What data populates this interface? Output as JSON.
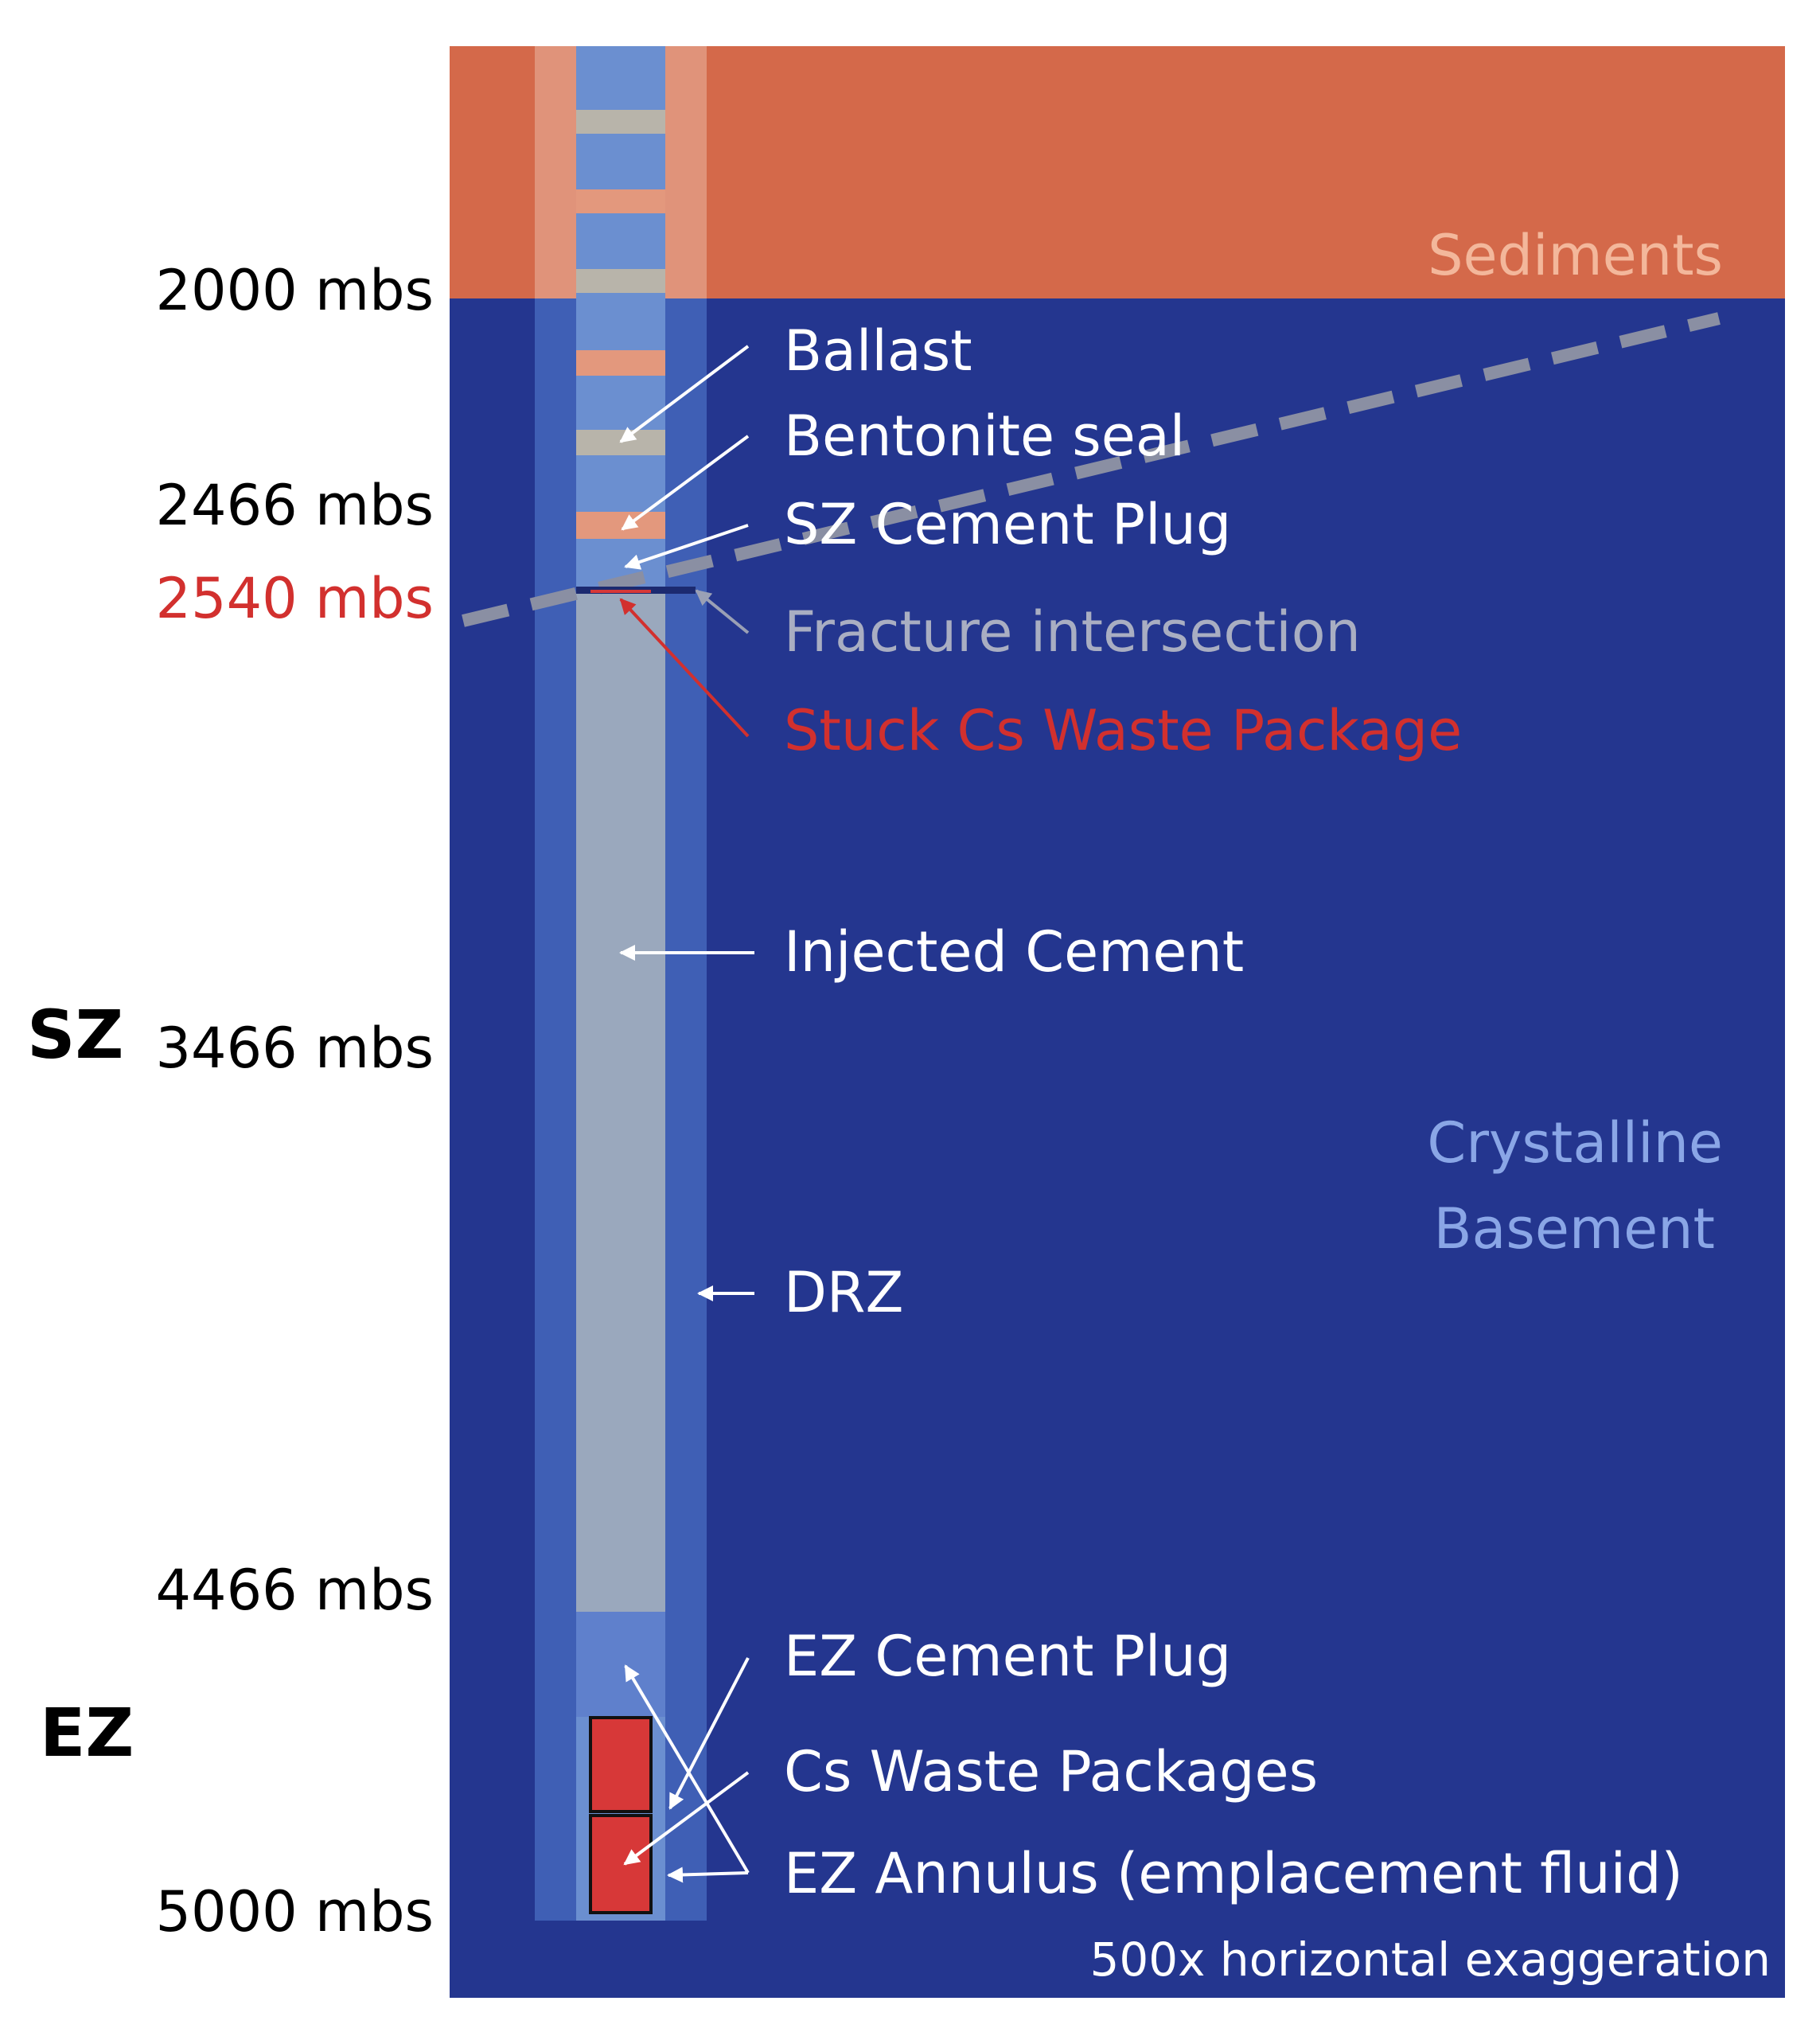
{
  "depths": [
    {
      "label": "2000 mbs",
      "color": "#000000"
    },
    {
      "label": "2466 mbs",
      "color": "#000000"
    },
    {
      "label": "2540 mbs",
      "color": "#d2302e"
    },
    {
      "label": "3466 mbs",
      "color": "#000000"
    },
    {
      "label": "4466 mbs",
      "color": "#000000"
    },
    {
      "label": "5000 mbs",
      "color": "#000000"
    }
  ],
  "zones": {
    "sz": "SZ",
    "ez": "EZ"
  },
  "layers": {
    "sediments": "Sediments",
    "crystalline_line1": "Crystalline",
    "crystalline_line2": "Basement"
  },
  "labels": {
    "ballast": "Ballast",
    "bentonite_seal": "Bentonite seal",
    "sz_cement_plug": "SZ Cement Plug",
    "fracture_intersection": "Fracture intersection",
    "stuck_cs_waste_package": "Stuck Cs Waste Package",
    "injected_cement": "Injected Cement",
    "drz": "DRZ",
    "ez_cement_plug": "EZ Cement Plug",
    "cs_waste_packages": "Cs Waste Packages",
    "ez_annulus": "EZ Annulus (emplacement fluid)"
  },
  "note": "500x horizontal exaggeration",
  "colors": {
    "sediments": "#d4694a",
    "basement": "#24368f",
    "drz": "#3f5fb5",
    "drz_sediment": "#e0937a",
    "borehole_blue": "#6b8fd0",
    "ballast": "#e3987d",
    "bentonite": "#b8b4aa",
    "cement": "#9aa8bd",
    "ez_plug": "#5f80cc",
    "waste_package": "#d73838",
    "fracture": "#8a8fa3",
    "stuck_label": "#d2302e",
    "layer_label": "#8aa6e6",
    "sediment_label": "#f3b79b"
  }
}
